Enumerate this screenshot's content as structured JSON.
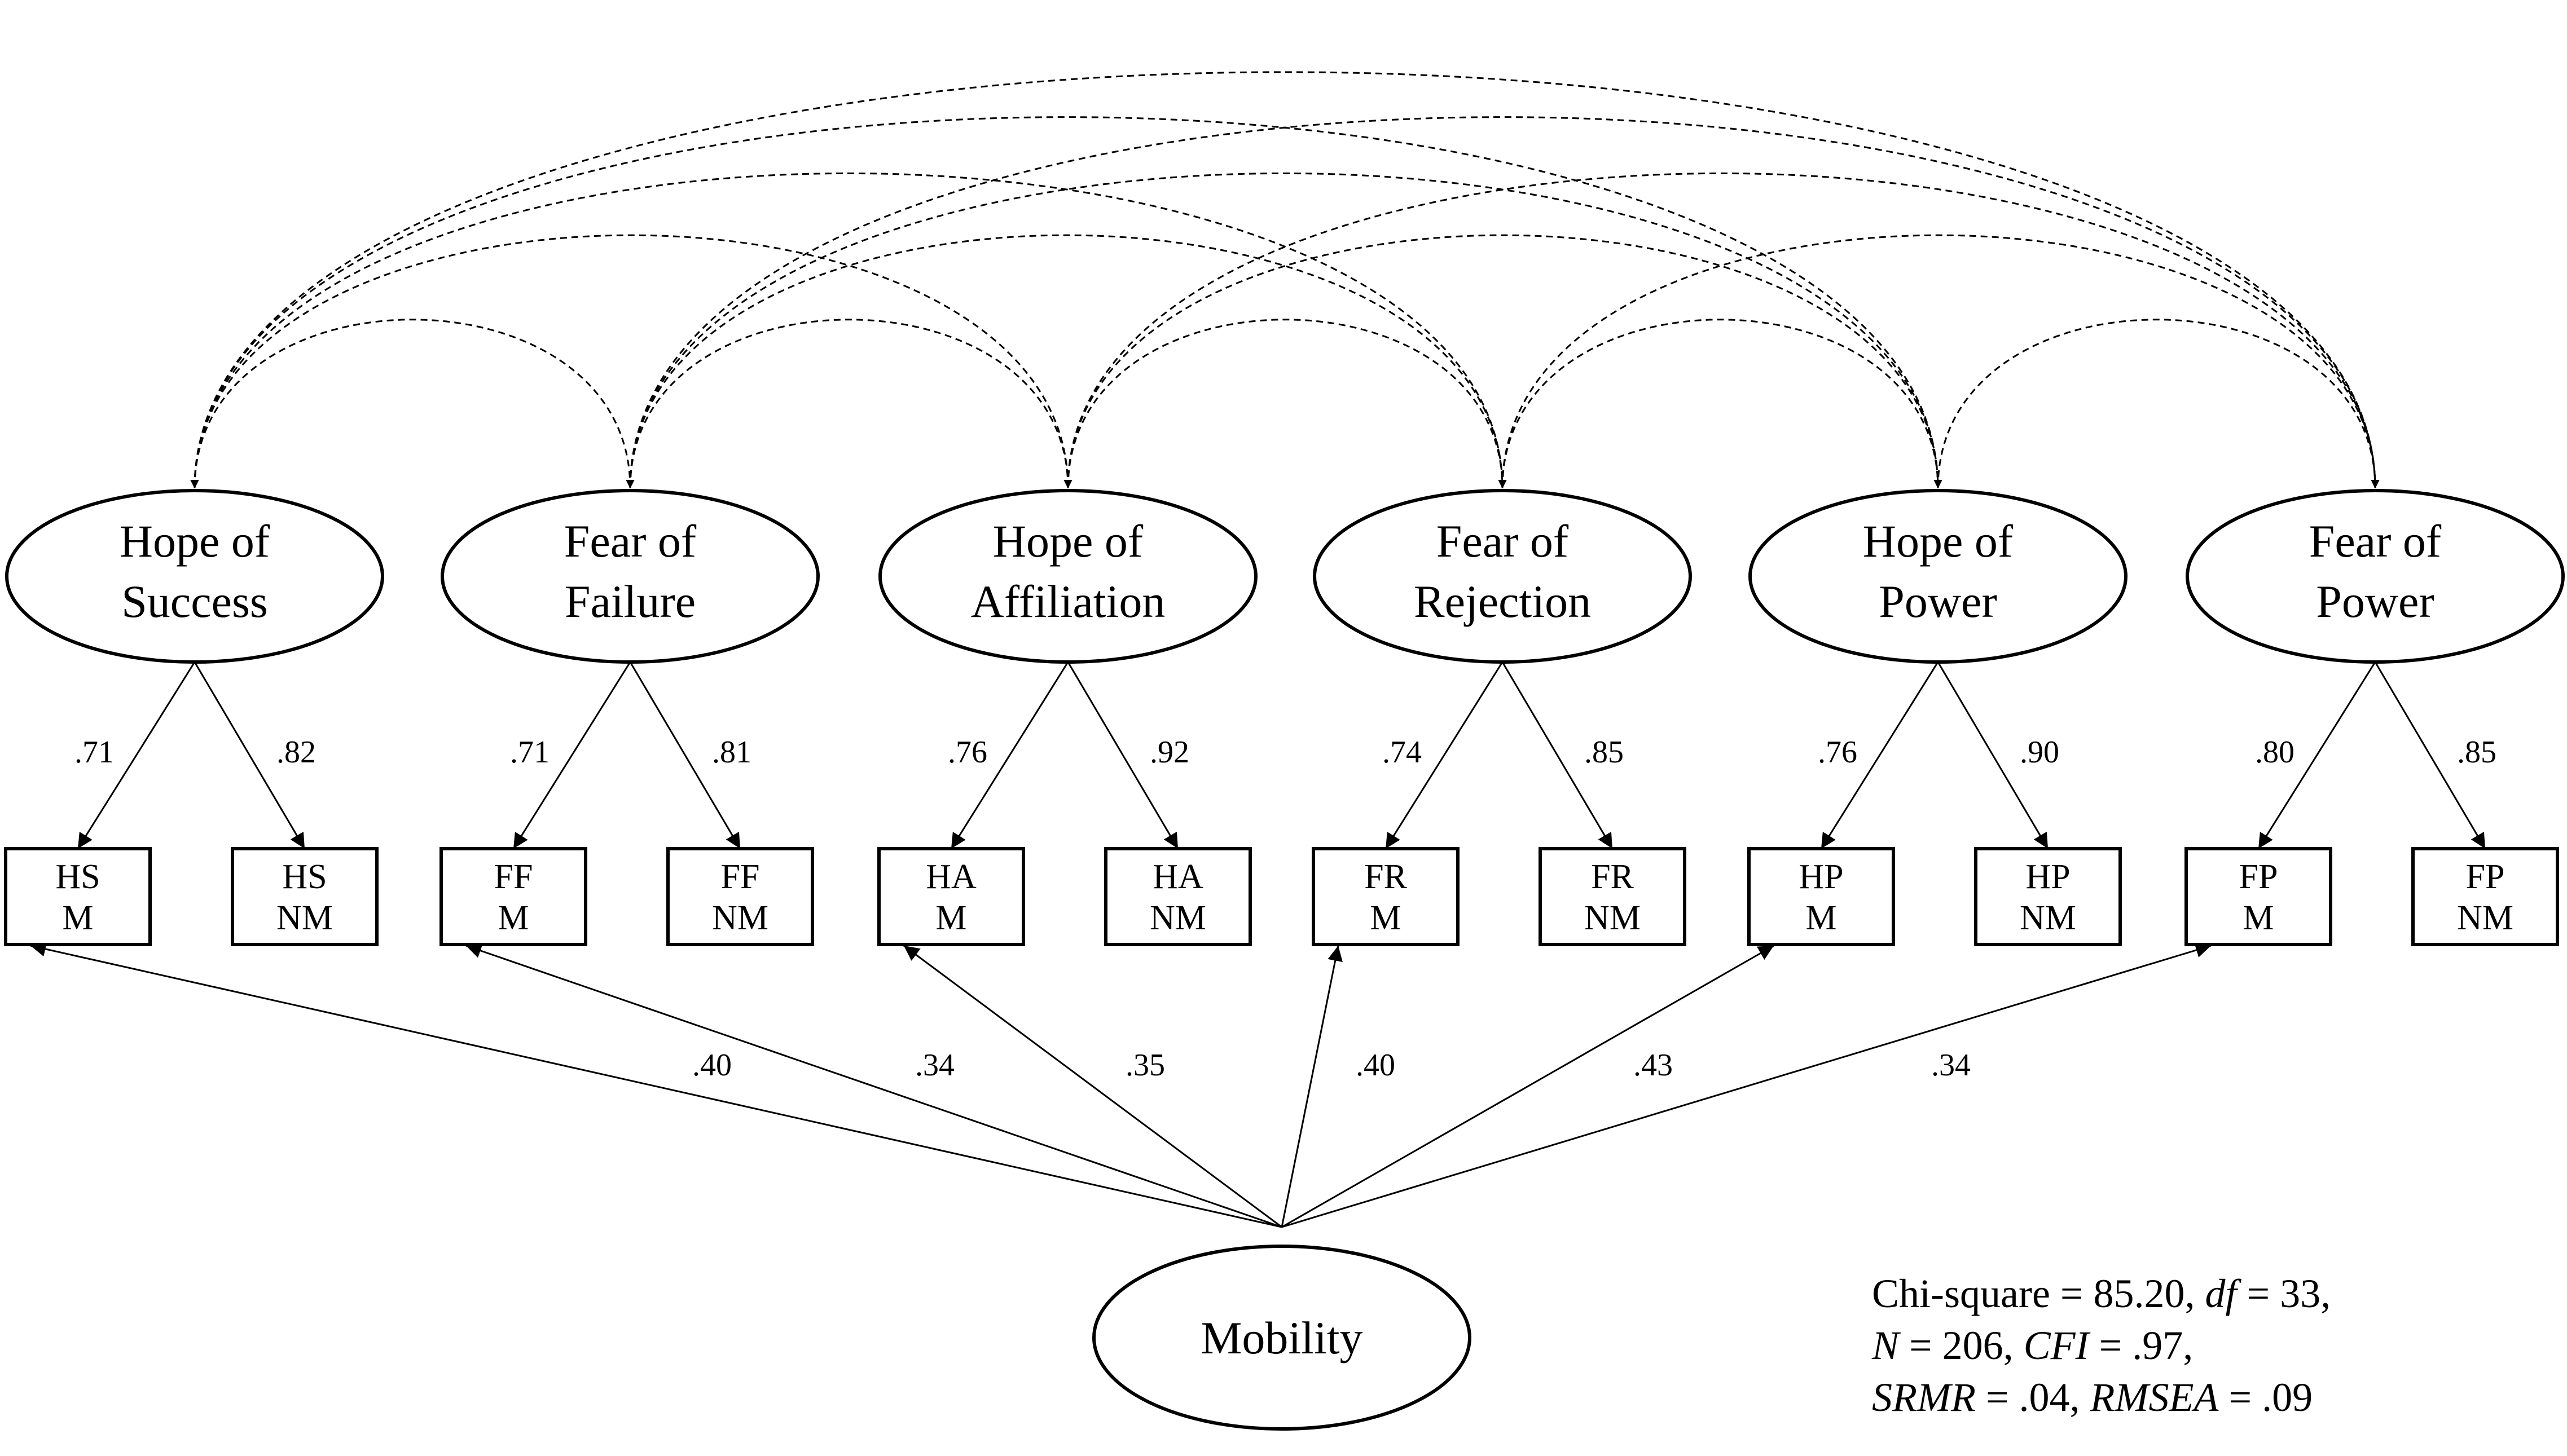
{
  "latents": [
    {
      "id": "hs",
      "line1": "Hope of",
      "line2": "Success"
    },
    {
      "id": "ff",
      "line1": "Fear of",
      "line2": "Failure"
    },
    {
      "id": "ha",
      "line1": "Hope of",
      "line2": "Affiliation"
    },
    {
      "id": "fr",
      "line1": "Fear of",
      "line2": "Rejection"
    },
    {
      "id": "hp",
      "line1": "Hope of",
      "line2": "Power"
    },
    {
      "id": "fp",
      "line1": "Fear of",
      "line2": "Power"
    }
  ],
  "indicators": [
    {
      "id": "hs-m",
      "line1": "HS",
      "line2": "M",
      "latent": "hs",
      "loading": ".71"
    },
    {
      "id": "hs-nm",
      "line1": "HS",
      "line2": "NM",
      "latent": "hs",
      "loading": ".82"
    },
    {
      "id": "ff-m",
      "line1": "FF",
      "line2": "M",
      "latent": "ff",
      "loading": ".71"
    },
    {
      "id": "ff-nm",
      "line1": "FF",
      "line2": "NM",
      "latent": "ff",
      "loading": ".81"
    },
    {
      "id": "ha-m",
      "line1": "HA",
      "line2": "M",
      "latent": "ha",
      "loading": ".76"
    },
    {
      "id": "ha-nm",
      "line1": "HA",
      "line2": "NM",
      "latent": "ha",
      "loading": ".92"
    },
    {
      "id": "fr-m",
      "line1": "FR",
      "line2": "M",
      "latent": "fr",
      "loading": ".74"
    },
    {
      "id": "fr-nm",
      "line1": "FR",
      "line2": "NM",
      "latent": "fr",
      "loading": ".85"
    },
    {
      "id": "hp-m",
      "line1": "HP",
      "line2": "M",
      "latent": "hp",
      "loading": ".76"
    },
    {
      "id": "hp-nm",
      "line1": "HP",
      "line2": "NM",
      "latent": "hp",
      "loading": ".90"
    },
    {
      "id": "fp-m",
      "line1": "FP",
      "line2": "M",
      "latent": "fp",
      "loading": ".80"
    },
    {
      "id": "fp-nm",
      "line1": "FP",
      "line2": "NM",
      "latent": "fp",
      "loading": ".85"
    }
  ],
  "method_factor": {
    "label": "Mobility",
    "loadings": [
      {
        "target": "hs-m",
        "value": ".40"
      },
      {
        "target": "ff-m",
        "value": ".34"
      },
      {
        "target": "ha-m",
        "value": ".35"
      },
      {
        "target": "fr-m",
        "value": ".40"
      },
      {
        "target": "hp-m",
        "value": ".43"
      },
      {
        "target": "fp-m",
        "value": ".34"
      }
    ]
  },
  "covariances": "all pairs of latent factors (dashed double-headed arcs)",
  "fit_stats": {
    "line1": {
      "a": "Chi-square = 85.20, ",
      "b": "df",
      "c": " =  33,"
    },
    "line2": {
      "a": "N",
      "b": " = 206, ",
      "c": "CFI",
      "d": " = .97,"
    },
    "line3": {
      "a": "SRMR",
      "b": " = .04, ",
      "c": "RMSEA",
      "d": " = .09"
    }
  }
}
